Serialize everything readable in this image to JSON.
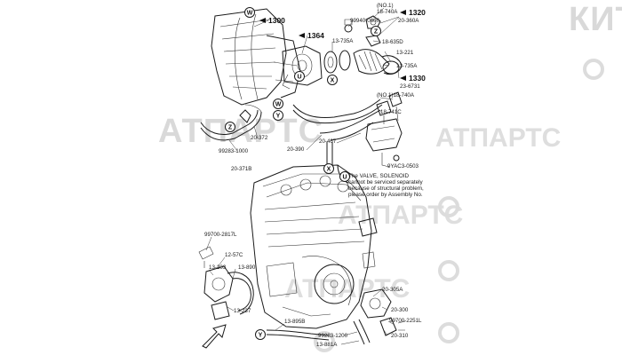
{
  "watermark": {
    "brand_text": "АТПАРТС",
    "brand_text_left": "АТПАРТС",
    "brand_text_top": "КИТ"
  },
  "callouts": {
    "p1300": "1300",
    "p1364": "1364",
    "p1320": "1320",
    "p1330": "1330",
    "p18_740a_top": "18-740A",
    "p18_740a_top_note": "(NO.1)",
    "p20_360a": "20-360A",
    "p99940_0600": "99940-0600",
    "p13_735a_top": "13-735A",
    "p18_635d": "18-635D",
    "p13_221": "13-221",
    "p13_735a_mid": "13-735A",
    "p23_6731": "23-6731",
    "p18_740a_mid": "(NO.1)18-740A",
    "p18_741c": "18-741C",
    "p20_467": "20-467",
    "p20_390": "20-390",
    "p9yac3_0503": "9YAC3-0503",
    "p20_372": "20-372",
    "p99283_1000": "99283-1000",
    "p20_371b": "20-371B",
    "p99700_2817l": "99700-2817L",
    "p12_57c": "12-57C",
    "p13_203": "13-203",
    "p13_890": "13-890",
    "p13_237": "13-237",
    "p13_895b": "13-895B",
    "p20_305a": "20-305A",
    "p20_300": "20-300",
    "p99700_2251l": "99700-2251L",
    "p20_310": "20-310",
    "p99283_1200": "99283-1200",
    "p13_881a": "13-881A"
  },
  "refs": {
    "W": "W",
    "U": "U",
    "X": "X",
    "Y": "Y",
    "Z": "Z"
  },
  "note_lines": [
    "The VALVE, SOLENOID",
    "cannot be serviced separately",
    "because of structural problem,",
    "please order by Assembly No."
  ]
}
